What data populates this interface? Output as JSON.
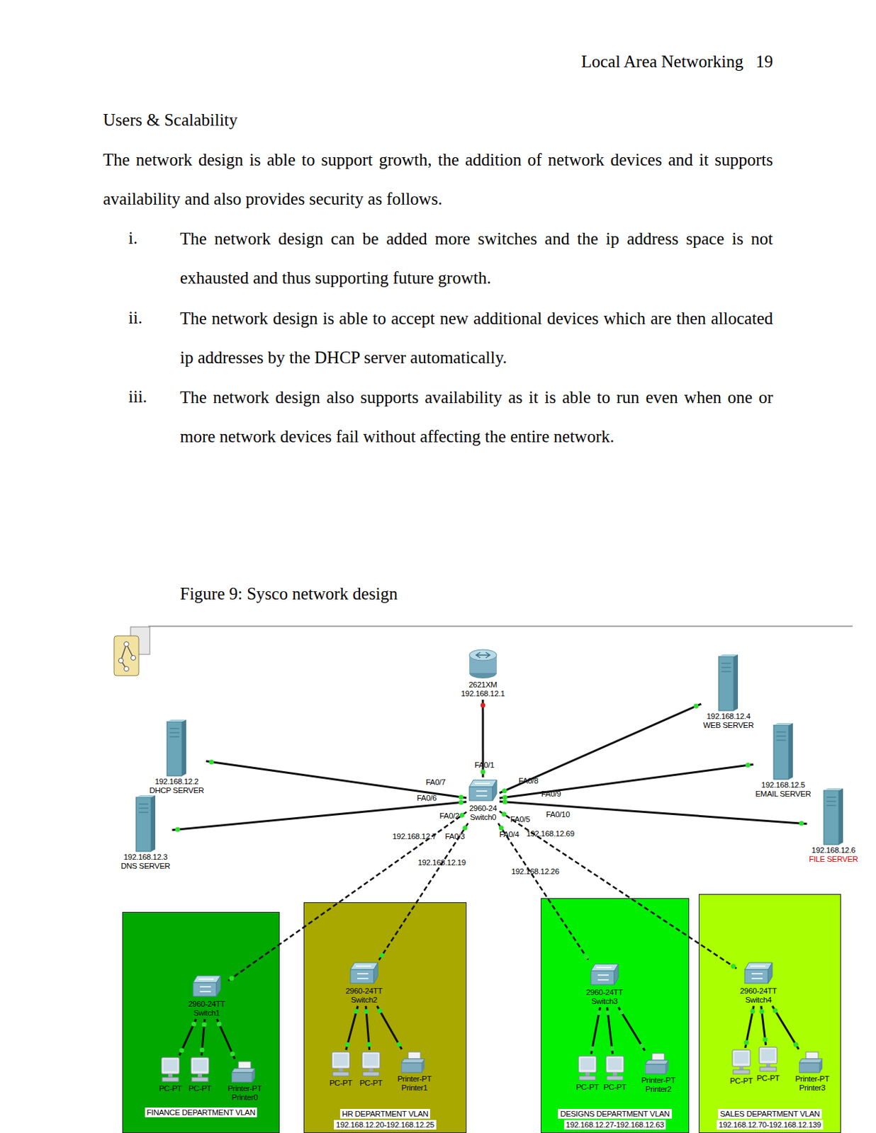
{
  "diagram": {
    "caption": "Figure 9: Sysco network design",
    "nodes": [
      {
        "text": [
          "2621XM",
          "192.168.12.1"
        ]
      },
      {
        "text": [
          "192.168.12.4",
          "WEB SERVER"
        ]
      },
      {
        "text": [
          "192.168.12.2",
          "DHCP SERVER"
        ]
      },
      {
        "text": [
          "192.168.12.5",
          "EMAIL SERVER"
        ]
      },
      {
        "text": [
          "2960-24",
          "Switch0"
        ]
      },
      {
        "text": [
          "192.168.12.3",
          "DNS SERVER"
        ]
      },
      {
        "text": [
          "192.168.12.6",
          "FILE SERVER"
        ]
      },
      {
        "text": [
          "FINANCE DEPARTMENT VLAN"
        ]
      },
      {
        "text": [
          "2960-24TT",
          "Switch1"
        ],
        "in": 7
      },
      {
        "text": [
          "PC-PT"
        ],
        "in": 7
      },
      {
        "text": [
          "PC-PT"
        ],
        "in": 7
      },
      {
        "text": [
          "Printer-PT",
          "Printer0"
        ],
        "in": 7
      },
      {
        "text": [
          "HR DEPARTMENT VLAN",
          "192.168.12.20-192.168.12.25"
        ]
      },
      {
        "text": [
          "2960-24TT",
          "Switch2"
        ],
        "in": 12
      },
      {
        "text": [
          "PC-PT"
        ],
        "in": 12
      },
      {
        "text": [
          "PC-PT"
        ],
        "in": 12
      },
      {
        "text": [
          "Printer-PT",
          "Printer1"
        ],
        "in": 12
      },
      {
        "text": [
          "DESIGNS DEPARTMENT VLAN",
          "192.168.12.27-192.168.12.63"
        ]
      },
      {
        "text": [
          "2960-24TT",
          "Switch3"
        ],
        "in": 17
      },
      {
        "text": [
          "PC-PT"
        ],
        "in": 17
      },
      {
        "text": [
          "PC-PT"
        ],
        "in": 17
      },
      {
        "text": [
          "Printer-PT",
          "Printer2"
        ],
        "in": 17
      },
      {
        "text": [
          "SALES DEPARTMENT VLAN",
          "192.168.12.70-192.168.12.139"
        ]
      },
      {
        "text": [
          "2960-24TT",
          "Switch4"
        ],
        "in": 22
      },
      {
        "text": [
          "PC-PT"
        ],
        "in": 22
      },
      {
        "text": [
          "PC-PT"
        ],
        "in": 22
      },
      {
        "text": [
          "Printer-PT",
          "Printer3"
        ],
        "in": 22
      }
    ],
    "edges": [
      {
        "from": 0,
        "to": 4,
        "arrow": "none"
      },
      {
        "from": 4,
        "to": 2,
        "arrow": "none"
      },
      {
        "from": 4,
        "to": 5,
        "arrow": "none"
      },
      {
        "from": 4,
        "to": 1,
        "arrow": "none"
      },
      {
        "from": 4,
        "to": 3,
        "arrow": "none"
      },
      {
        "from": 4,
        "to": 6,
        "arrow": "none"
      },
      {
        "from": 4,
        "to": 8,
        "arrow": "none"
      },
      {
        "from": 4,
        "to": 13,
        "arrow": "none"
      },
      {
        "from": 4,
        "to": 18,
        "arrow": "none"
      },
      {
        "from": 4,
        "to": 23,
        "arrow": "none"
      },
      {
        "from": 8,
        "to": 9,
        "arrow": "none"
      },
      {
        "from": 8,
        "to": 10,
        "arrow": "none"
      },
      {
        "from": 8,
        "to": 11,
        "arrow": "none"
      },
      {
        "from": 13,
        "to": 14,
        "arrow": "none"
      },
      {
        "from": 13,
        "to": 15,
        "arrow": "none"
      },
      {
        "from": 13,
        "to": 16,
        "arrow": "none"
      },
      {
        "from": 18,
        "to": 19,
        "arrow": "none"
      },
      {
        "from": 18,
        "to": 20,
        "arrow": "none"
      },
      {
        "from": 18,
        "to": 21,
        "arrow": "none"
      },
      {
        "from": 23,
        "to": 24,
        "arrow": "none"
      },
      {
        "from": 23,
        "to": 25,
        "arrow": "none"
      },
      {
        "from": 23,
        "to": 26,
        "arrow": "none"
      }
    ],
    "labels": [
      "Local Area Networking",
      "19",
      "Users & Scalability",
      "The network design is able to support growth, the addition of network devices and it supports availability and also provides security as follows.",
      "i.",
      "The network design can be added more switches and the ip address space is not exhausted and thus supporting future growth.",
      "ii.",
      "The network design is able to accept new additional devices which are then allocated ip addresses by the DHCP server automatically.",
      "iii.",
      "The network design also supports availability as it is able to run even when one or more network devices fail without affecting the entire network.",
      "FA0/1",
      "FA0/7",
      "FA0/6",
      "FA0/2",
      "FA0/3",
      "FA0/8",
      "FA0/9",
      "FA0/5",
      "FA0/4",
      "FA0/10",
      "192.168.12.7",
      "192.168.12.19",
      "192.168.12.26",
      "192.168.12.69"
    ]
  }
}
